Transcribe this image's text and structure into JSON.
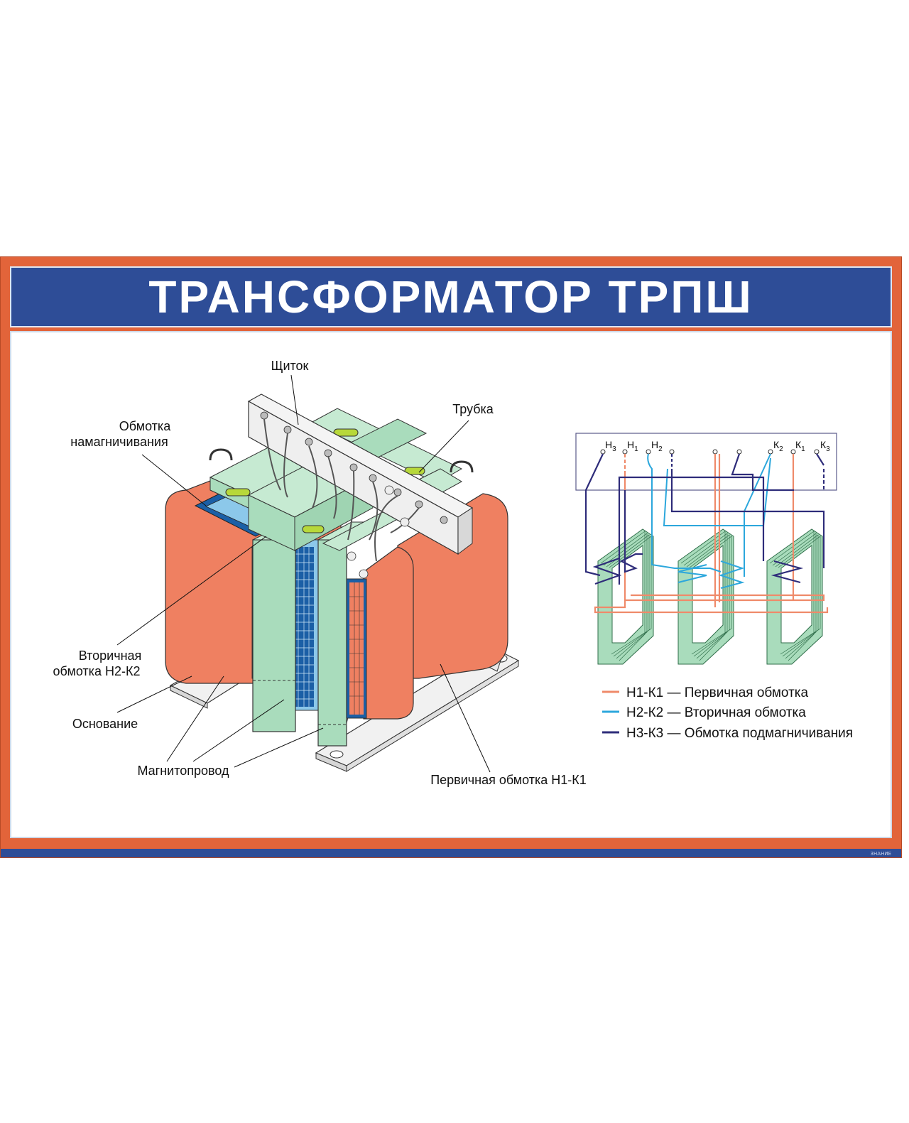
{
  "title": "ТРАНСФОРМАТОР ТРПШ",
  "labels": {
    "shield": "Щиток",
    "tube": "Трубка",
    "magnetizing_winding_line1": "Обмотка",
    "magnetizing_winding_line2": "намагничивания",
    "secondary_winding_line1": "Вторичная",
    "secondary_winding_line2": "обмотка Н2-К2",
    "base": "Основание",
    "magnetic_core": "Магнитопровод",
    "primary_winding": "Первичная обмотка Н1-К1"
  },
  "terminals": {
    "h3": "Н",
    "h3_sub": "3",
    "h1": "Н",
    "h1_sub": "1",
    "h2": "Н",
    "h2_sub": "2",
    "k2": "К",
    "k2_sub": "2",
    "k1": "К",
    "k1_sub": "1",
    "k3": "К",
    "k3_sub": "3"
  },
  "legend": [
    {
      "text": "Н1-К1 — Первичная обмотка",
      "color": "#ef8a6a"
    },
    {
      "text": "Н2-К2 — Вторичная обмотка",
      "color": "#2ca7dc"
    },
    {
      "text": "Н3-К3 — Обмотка подмагничивания",
      "color": "#2e2c7a"
    }
  ],
  "colors": {
    "frame": "#e2643a",
    "title_bar": "#2e4d97",
    "coil": "#ef8061",
    "core": "#a9dcbc",
    "secondary": "#2ca7dc",
    "bias": "#2e2c7a",
    "primary_line": "#ef8a6a"
  },
  "publisher_logo": "ЗНАНИЕ"
}
